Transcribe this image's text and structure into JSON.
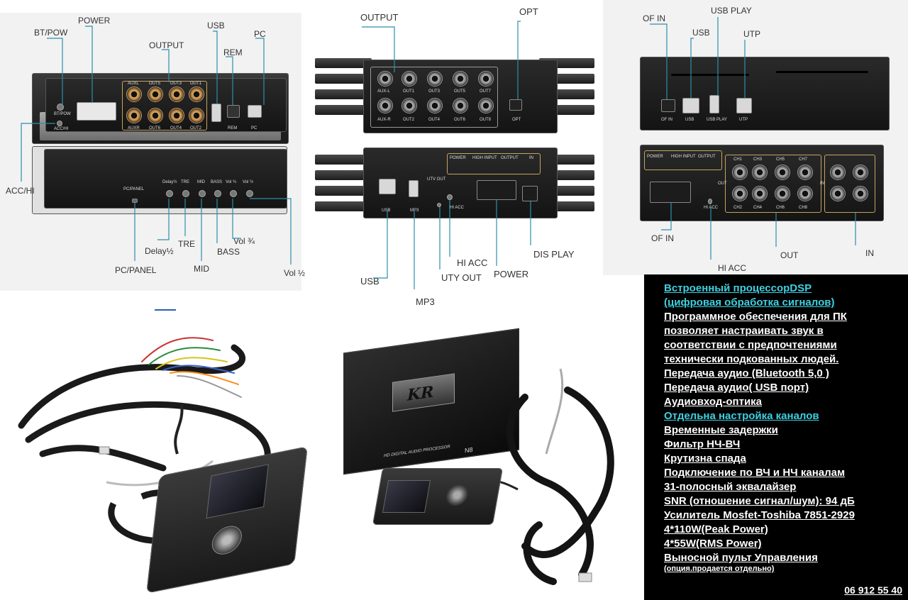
{
  "panel1": {
    "labels": {
      "bt_pow": "BT/POW",
      "power": "POWER",
      "output": "OUTPUT",
      "usb": "USB",
      "rem": "REM",
      "pc": "PC",
      "acc_hi": "ACC/HI",
      "delay": "Delay½",
      "tre": "TRE",
      "mid": "MID",
      "bass": "BASS",
      "vol34": "Vol ¾",
      "vol12": "Vol ½",
      "pc_panel": "PC/PANEL"
    },
    "device_marks": {
      "bt_pow": "BT/POW",
      "acc_hi": "ACC/HI",
      "auxl": "AUXL",
      "auxr": "AUXR",
      "out1": "OUT1",
      "out2": "OUT2",
      "out3": "OUT3",
      "out4": "OUT4",
      "out5": "OUT5",
      "out6": "OUT6",
      "rem": "REM",
      "pc": "PC",
      "pc_panel": "PC/PANEL",
      "delay": "Delay½",
      "tre": "TRE",
      "mid": "MID",
      "bass": "BASS",
      "vol34": "Vol ¾",
      "vol12": "Vol ½"
    }
  },
  "panel2": {
    "labels": {
      "output": "OUTPUT",
      "opt": "OPT",
      "usb": "USB",
      "mp3": "MP3",
      "hi_acc": "HI ACC",
      "uty_out": "UTY OUT",
      "power": "POWER",
      "dis_play": "DIS PLAY"
    },
    "device_marks": {
      "aux_l": "AUX-L",
      "aux_r": "AUX-R",
      "out1": "OUT1",
      "out2": "OUT2",
      "out3": "OUT3",
      "out4": "OUT4",
      "out5": "OUT5",
      "out6": "OUT6",
      "out7": "OUT7",
      "out8": "OUT8",
      "opt": "OPT",
      "power": "POWER",
      "high_input": "HIGH INPUT",
      "output": "OUTPUT",
      "in": "IN",
      "utv_out": "UTV OUT",
      "hi_acc": "HI ACC",
      "usb": "USB",
      "mp3": "MP3"
    }
  },
  "panel3": {
    "labels": {
      "of_in_top": "OF IN",
      "usb": "USB",
      "usb_play": "USB PLAY",
      "utp": "UTP",
      "of_in": "OF IN",
      "hi_acc": "HI ACC",
      "out": "OUT",
      "in": "IN"
    },
    "device_marks": {
      "of_in": "OF IN",
      "usb": "USB",
      "usb_play": "USB PLAY",
      "utp": "UTP",
      "power": "POWER",
      "high_input": "HIGH INPUT",
      "output": "OUTPUT",
      "ch1": "CH1",
      "ch2": "CH2",
      "ch3": "CH3",
      "ch4": "CH4",
      "ch5": "CH5",
      "ch6": "CH6",
      "ch7": "CH7",
      "ch8": "CH8",
      "out": "OUT",
      "in": "IN",
      "hi_acc": "HI ACC"
    }
  },
  "product": {
    "brand_badge": "KR",
    "caption": "HD DIGITAL AUDIO PROCESSOR",
    "model": "N8"
  },
  "info": {
    "lines": [
      {
        "text": "Встроенный процессорDSP",
        "highlight": true
      },
      {
        "text": "(цифровая обработка сигналов)",
        "highlight": true
      },
      {
        "text": "Программное обеспечения для ПК",
        "highlight": false
      },
      {
        "text": "позволяет настраивать звук в",
        "highlight": false
      },
      {
        "text": "соответствии с предпочтениями",
        "highlight": false
      },
      {
        "text": "технически подкованных людей.",
        "highlight": false
      },
      {
        "text": "Передача аудио (Bluetooth 5,0 )",
        "highlight": false
      },
      {
        "text": "Передача аудио( USB порт)",
        "highlight": false
      },
      {
        "text": "Аудиовход-оптика",
        "highlight": false
      },
      {
        "text": "Отдельна настройка каналов",
        "highlight": true
      },
      {
        "text": "Временные задержки",
        "highlight": false
      },
      {
        "text": "Фильтр НЧ-ВЧ",
        "highlight": false
      },
      {
        "text": "Крутизна спада",
        "highlight": false
      },
      {
        "text": "Подключение по ВЧ и НЧ каналам",
        "highlight": false
      },
      {
        "text": "31-полосный эквалайзер",
        "highlight": false
      },
      {
        "text": "SNR (отношение сигнал/шум): 94 дБ",
        "highlight": false
      },
      {
        "text": "Усилитель Mosfet-Toshiba 7851-2929",
        "highlight": false
      },
      {
        "text": "4*110W(Peak Power)",
        "highlight": false
      },
      {
        "text": "4*55W(RMS Power)",
        "highlight": false
      },
      {
        "text": "Выносной пульт Управления",
        "highlight": false
      },
      {
        "text": "(опция.продается отдельно)",
        "highlight": false,
        "small": true
      }
    ],
    "phone": "06 912 55 40"
  },
  "colors": {
    "callout": "#2b8fa8",
    "highlight": "#3fd0e0",
    "info_bg": "#000000"
  }
}
